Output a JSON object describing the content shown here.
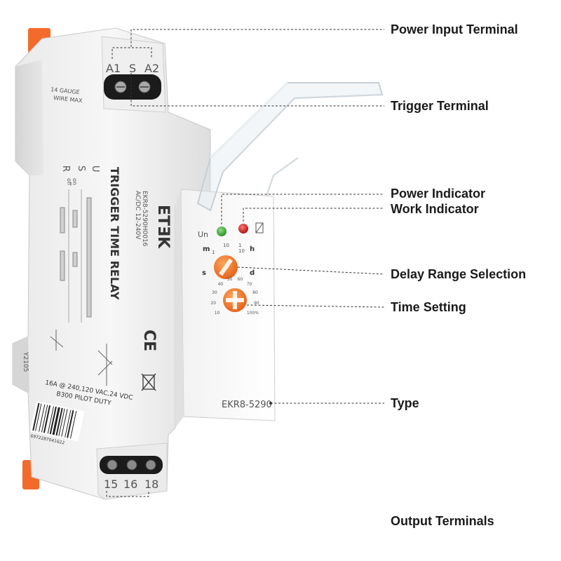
{
  "callouts": {
    "power_input": "Power Input Terminal",
    "trigger": "Trigger Terminal",
    "power_indicator": "Power Indicator",
    "work_indicator": "Work Indicator",
    "delay_range": "Delay Range Selection",
    "time_setting": "Time Setting",
    "type": "Type",
    "output": "Output Terminals"
  },
  "device": {
    "top_terminals": [
      "A1",
      "S",
      "A2"
    ],
    "bottom_terminals": [
      "15",
      "16",
      "18"
    ],
    "wire_gauge": "14 GAUGE",
    "wire_max": "WIRE MAX",
    "brand": "ETƎK",
    "model_code": "EKR8-5290H0016",
    "voltage": "AC/DC 12-240V",
    "product_name": "TRIGGER TIME RELAY",
    "model_face": "EKR8-5290",
    "rating_line1": "16A @ 240,120 VAC,24 VDC",
    "rating_line2": "B300 PILOT DUTY",
    "barcode_digits": "6972287041622",
    "date_code": "Y2105",
    "ce_mark": "CE",
    "un_label": "Un",
    "timing_labels": [
      "U",
      "S",
      "R"
    ],
    "on_off": [
      "on",
      "off"
    ],
    "range_dial": [
      "1",
      "10",
      "10",
      "1"
    ],
    "range_letters": [
      "m",
      "h",
      "s",
      "d"
    ],
    "percent_scale": [
      "10",
      "20",
      "30",
      "40",
      "50",
      "60",
      "70",
      "80",
      "90",
      "100%"
    ]
  },
  "colors": {
    "green_led": "#3ca336",
    "red_led": "#d01a1a",
    "knob": "#f5792a",
    "din_clip": "#f46a2a"
  }
}
